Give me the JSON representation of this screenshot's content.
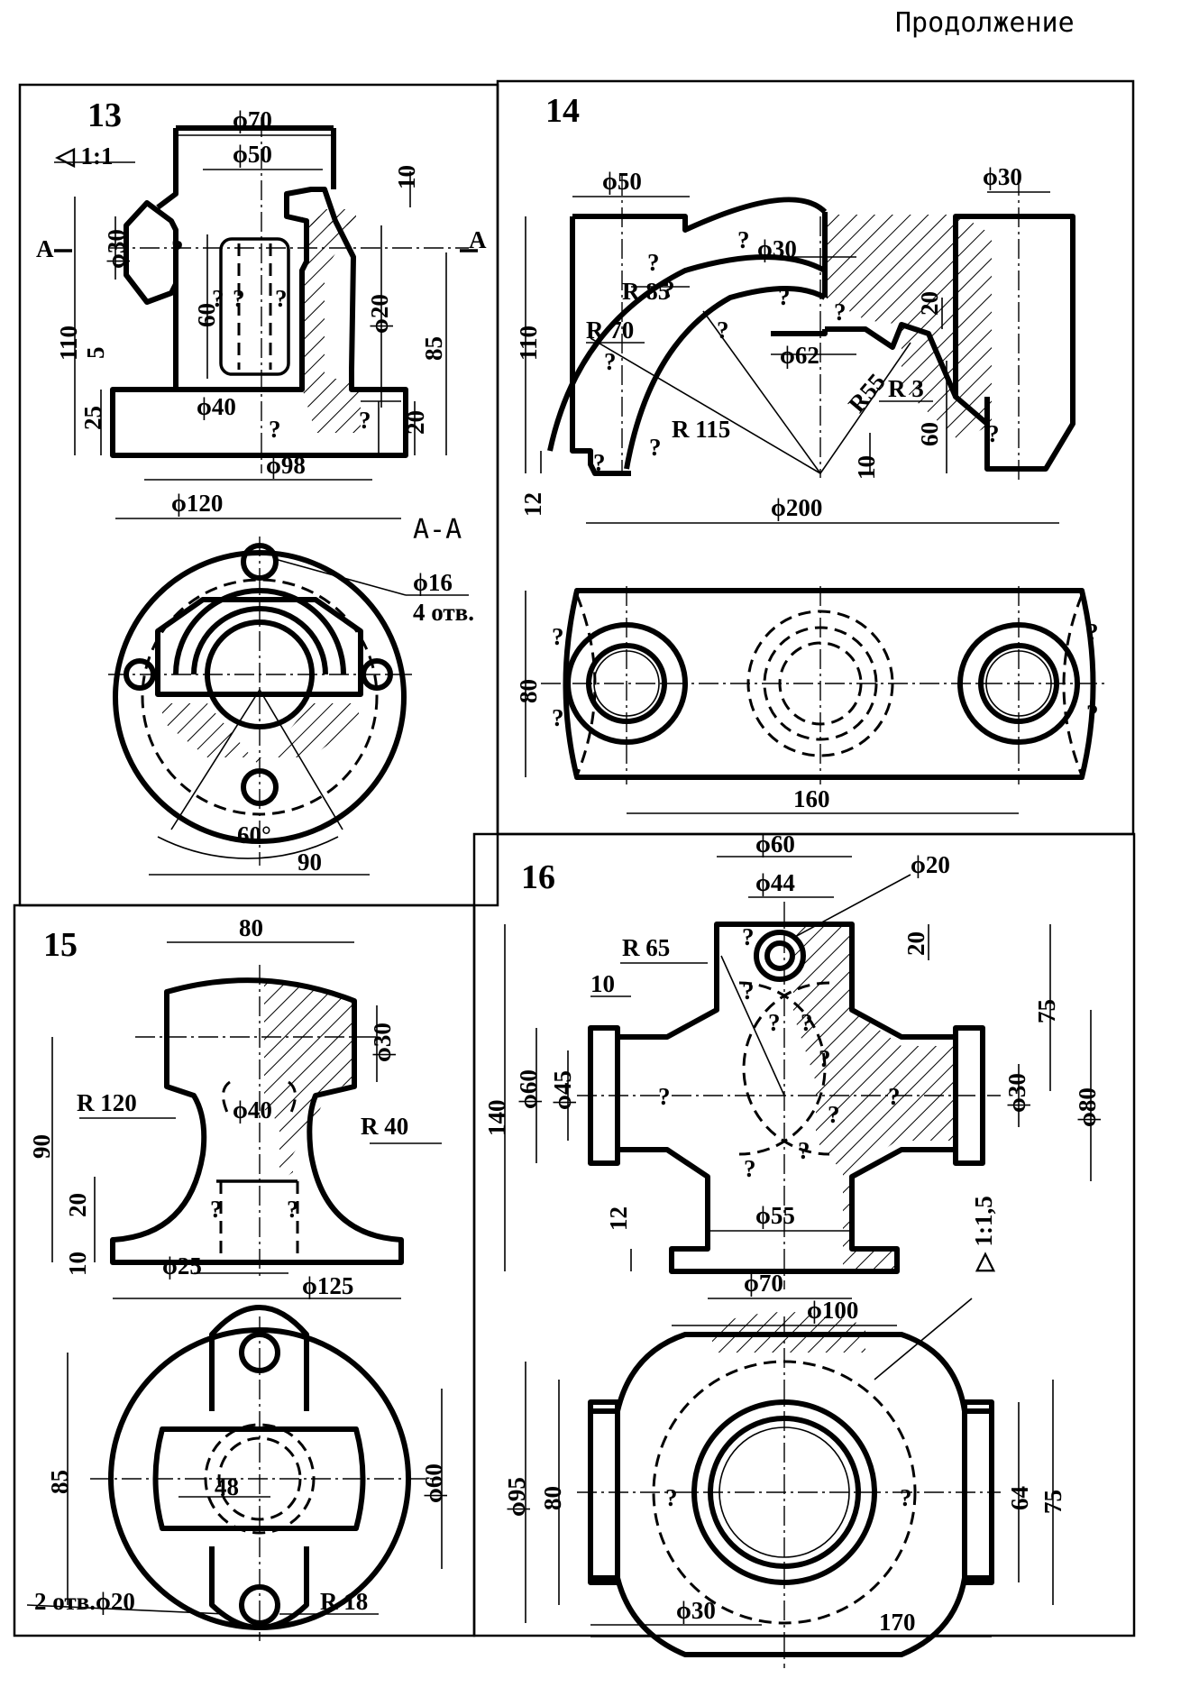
{
  "header": {
    "continuation": "Продолжение"
  },
  "panels": {
    "p13": {
      "number": "13",
      "dims": {
        "d70": "ϕ70",
        "d50": "ϕ50",
        "taper": "◁ 1:1",
        "ten": "10",
        "d30": "ϕ30",
        "d20": "ϕ20",
        "sixty": "60",
        "h110": "110",
        "five": "5",
        "h85": "85",
        "d40": "ϕ40",
        "h25": "25",
        "h20": "20",
        "d98": "ϕ98",
        "d120": "ϕ120",
        "d16": "ϕ16",
        "holes": "4 отв.",
        "ang60": "60°",
        "w90": "90"
      },
      "section_mark": "A",
      "section_mark_r": "A",
      "section_label": "A-A"
    },
    "p14": {
      "number": "14",
      "dims": {
        "d50": "ϕ50",
        "d30top": "ϕ30",
        "d30": "ϕ30",
        "r85": "R 85",
        "r70": "R 70",
        "h110": "110",
        "h20": "20",
        "d62": "ϕ62",
        "r55": "R55",
        "r3": "R 3",
        "r115": "R 115",
        "h60": "60",
        "h10": "10",
        "h12": "12",
        "d200": "ϕ200",
        "w80": "80",
        "w160": "160"
      }
    },
    "p15": {
      "number": "15",
      "dims": {
        "w80": "80",
        "d30": "ϕ30",
        "r120": "R 120",
        "d40": "ϕ40",
        "r40": "R 40",
        "h90": "90",
        "h20": "20",
        "h10": "10",
        "d25": "ϕ25",
        "d125": "ϕ125",
        "h85": "85",
        "d60": "ϕ60",
        "w48": "48",
        "holes": "2 отв.ϕ20",
        "r18": "R 18"
      }
    },
    "p16": {
      "number": "16",
      "dims": {
        "d60": "ϕ60",
        "d44": "ϕ44",
        "d20": "ϕ20",
        "r65": "R 65",
        "h20": "20",
        "w10": "10",
        "h75": "75",
        "d60l": "ϕ60",
        "d45": "ϕ45",
        "d30": "ϕ30",
        "d80": "ϕ80",
        "h140": "140",
        "h12": "12",
        "d55": "ϕ55",
        "d70": "ϕ70",
        "d100": "ϕ100",
        "taper": "▷ 1:1,5",
        "d95": "ϕ95",
        "h80": "80",
        "h64": "64",
        "h75b": "75",
        "d30b": "ϕ30",
        "w170": "170"
      }
    }
  },
  "unknown_mark": "?"
}
